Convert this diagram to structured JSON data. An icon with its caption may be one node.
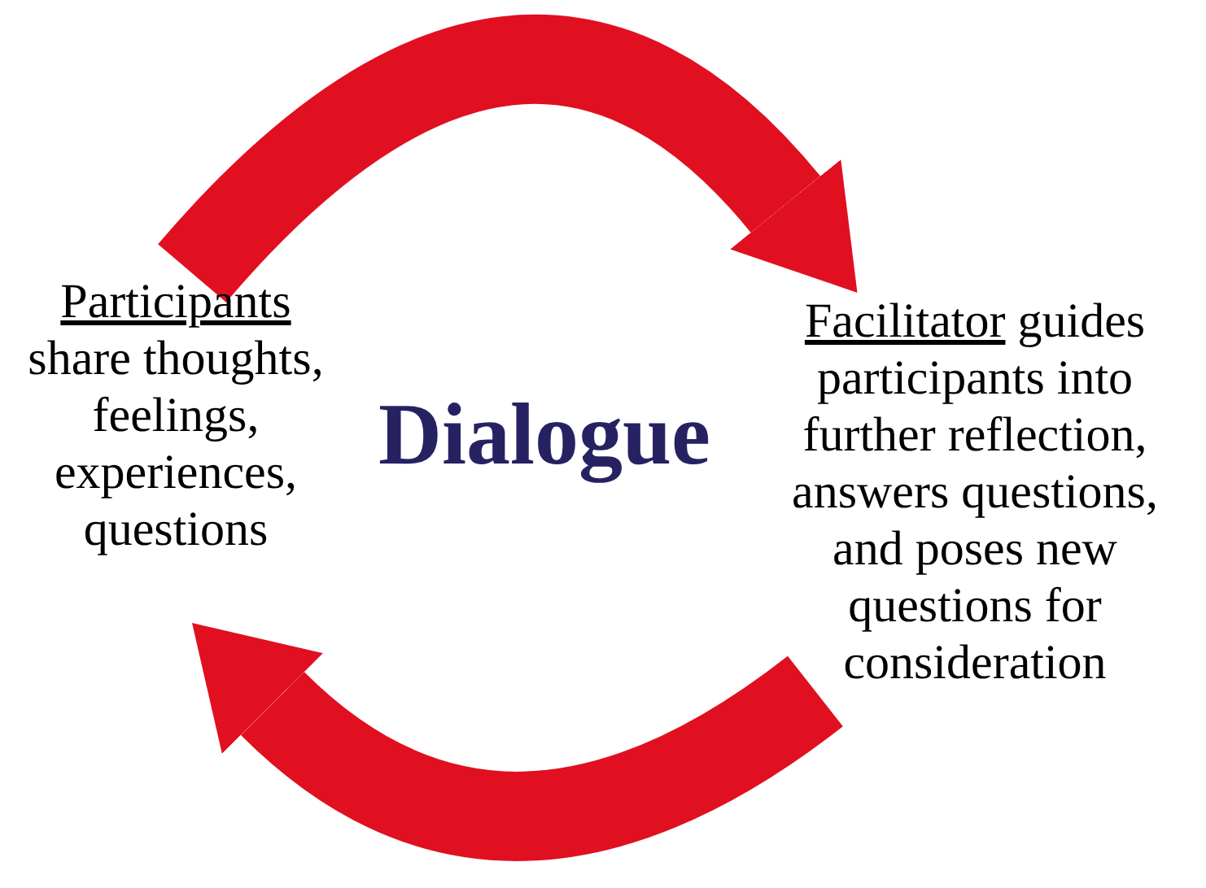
{
  "diagram": {
    "nodes": [
      {
        "text": [
          "Participants",
          "share thoughts, feelings, experiences, questions"
        ]
      },
      {
        "text": [
          "Facilitator",
          "guides participants into further reflection, answers questions, and poses new questions for consideration"
        ]
      }
    ],
    "edges": [
      {
        "from": 0,
        "to": 1,
        "arrow": "to",
        "color": "#e01020"
      },
      {
        "from": 1,
        "to": 0,
        "arrow": "to",
        "color": "#e01020"
      }
    ],
    "labels": [
      "Dialogue"
    ]
  }
}
